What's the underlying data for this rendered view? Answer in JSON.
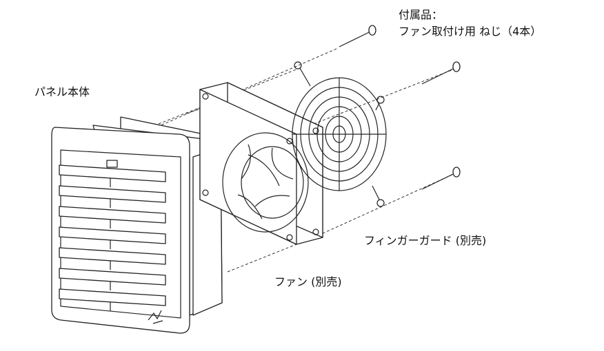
{
  "labels": {
    "accessories_title": "付属品：",
    "accessories_item": "ファン取付け用 ねじ（4本）",
    "panel_body": "パネル本体",
    "finger_guard": "フィンガーガード (別売)",
    "fan": "ファン (別売)"
  }
}
